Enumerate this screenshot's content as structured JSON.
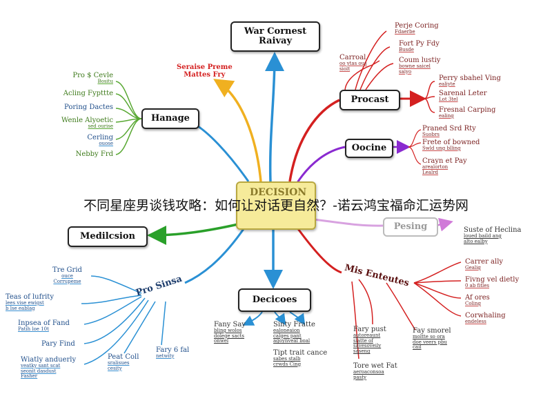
{
  "overlay_title": "不同星座男谈钱攻略：如何让对话更自然？-诺云鸿宝福命汇运势网",
  "center": {
    "label": "DECISION"
  },
  "top_box": "War Cornest\nRaivay",
  "top_left_label": "Seraise Preme\nMattes Fry",
  "nodes": {
    "hanage": "Hanage",
    "procast": "Procast",
    "oocine": "Oocine",
    "pesing": "Pesing",
    "medilcsion": "Medilcsion",
    "decicoes": "Decicoes",
    "pro_sinsa": "Pro Sinsa",
    "mis_enteutes": "Mis Enteutes"
  },
  "left_items": [
    {
      "t": "Pro $ Cevle",
      "s": "Bositu"
    },
    {
      "t": "Acling Fypttte",
      "s": ""
    },
    {
      "t": "Poring Dactes",
      "s": ""
    },
    {
      "t": "Wenle Alyoetic",
      "s": "sed ourise"
    },
    {
      "t": "Cerling",
      "s": "ouose"
    },
    {
      "t": "Nebby Frd",
      "s": ""
    }
  ],
  "procast_left": {
    "t": "Carroal",
    "s": "oo ytas ous\nsiolt"
  },
  "procast_top": [
    {
      "t": "Perje Coring",
      "s": "Fdaerbe"
    },
    {
      "t": "Fort Py Fdy",
      "s": "Busde"
    },
    {
      "t": "Coum lustiy",
      "s": "bowne saicel\nsaiyo"
    }
  ],
  "procast_right": [
    {
      "t": "Perry sbahel Ving",
      "s": "ealiyte"
    },
    {
      "t": "Sarenal Leter",
      "s": "Lot 3tel"
    },
    {
      "t": "Fresnal Carping",
      "s": "ealing"
    }
  ],
  "oocine_right": [
    {
      "t": "Praned Srd Rty",
      "s": "Suobrs"
    },
    {
      "t": "Frete of bowned",
      "s": "Swld ung blling"
    },
    {
      "t": "Crayn et Pay",
      "s": "arealorton\nLealrd"
    }
  ],
  "pesing_items": [
    {
      "t": "Suste of Heclina",
      "s": "loued baild ang\nalto ealby"
    }
  ],
  "mis_items": [
    {
      "t": "Carrer ally",
      "s": "Gealig"
    },
    {
      "t": "Fivng vel dietly",
      "s": "0 ab fitles"
    },
    {
      "t": "Af ores",
      "s": "Coling"
    },
    {
      "t": "Corwhaling",
      "s": "endeless"
    }
  ],
  "mis_bottom": [
    {
      "t": "Fary pust",
      "s": "autoreaunt\nsiatte of\nsavesoveily\nsaseng"
    },
    {
      "t": "Fay smorel",
      "s": "moltte so ora\ndoe veers pbu\ncail"
    },
    {
      "t": "Tore wet Fat",
      "s": "aeroaconsoa\npasty"
    }
  ],
  "dec_items": [
    {
      "t": "Fany Say",
      "s": "bling wolos\ndolege sacts\nonwel"
    },
    {
      "t": "Sinty Fratte",
      "s": "ealoneaion\ncalges pant\nagoynveal boal"
    },
    {
      "t": "Tipt trait cance",
      "s": "sabes stalb\ncrwds Cing"
    }
  ],
  "pro_items": [
    {
      "t": "Tre Grid",
      "s": "ouce\nCorrupeme"
    },
    {
      "t": "Teas of lufrity",
      "s": "lees vise ewigst\nb lse eablag"
    },
    {
      "t": "Inpsea of Fand",
      "s": "Patih loe 10t"
    },
    {
      "t": "Pary Find",
      "s": ""
    },
    {
      "t": "Wiatly anduerly",
      "s": "veatky sant scat\nseonit dasdust\nFasher"
    },
    {
      "t": "Peat Coll",
      "s": "sralisues\ncesity"
    },
    {
      "t": "Fary 6 fal",
      "s": "netwity"
    }
  ]
}
